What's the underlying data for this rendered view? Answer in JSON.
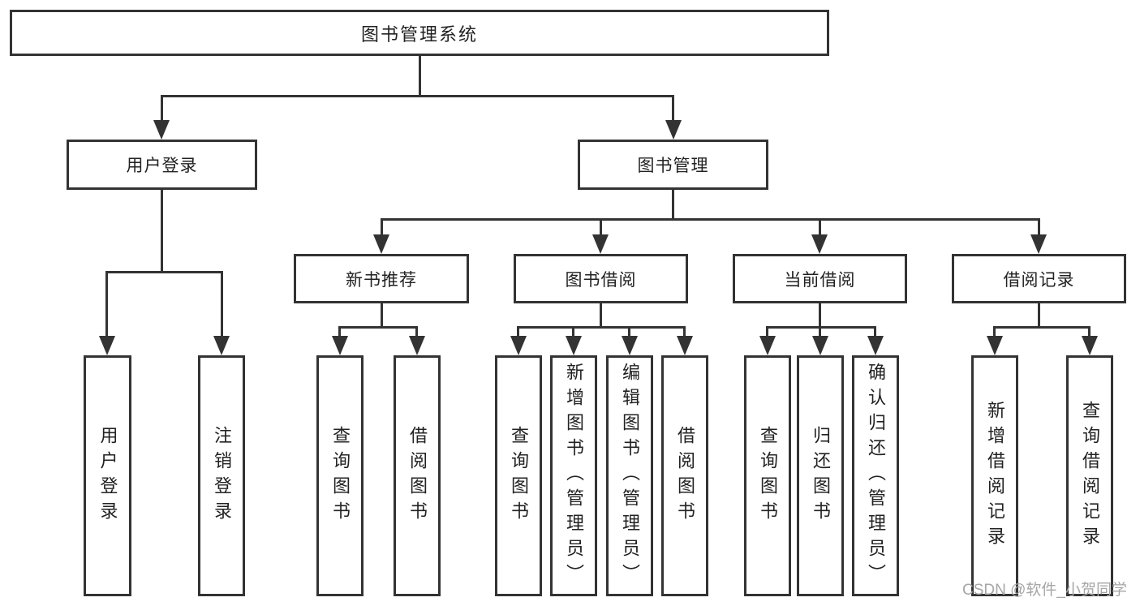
{
  "diagram": {
    "root": {
      "label": "图书管理系统"
    },
    "level1": [
      {
        "label": "用户登录",
        "children": [
          "用户登录",
          "注销登录"
        ]
      },
      {
        "label": "图书管理",
        "groups": [
          {
            "label": "新书推荐",
            "children": [
              "查询图书",
              "借阅图书"
            ]
          },
          {
            "label": "图书借阅",
            "children": [
              "查询图书",
              "新增图书（管理员）",
              "编辑图书（管理员）",
              "借阅图书"
            ]
          },
          {
            "label": "当前借阅",
            "children": [
              "查询图书",
              "归还图书",
              "确认归还（管理员）"
            ]
          },
          {
            "label": "借阅记录",
            "children": [
              "新增借阅记录",
              "查询借阅记录"
            ]
          }
        ]
      }
    ]
  },
  "watermark": {
    "text": "CSDN @软件_小贺同学"
  },
  "colors": {
    "line": "#333333",
    "text": "#222222",
    "box_fill": "#ffffff",
    "background": "#ffffff",
    "watermark": "#a6a6a6"
  }
}
